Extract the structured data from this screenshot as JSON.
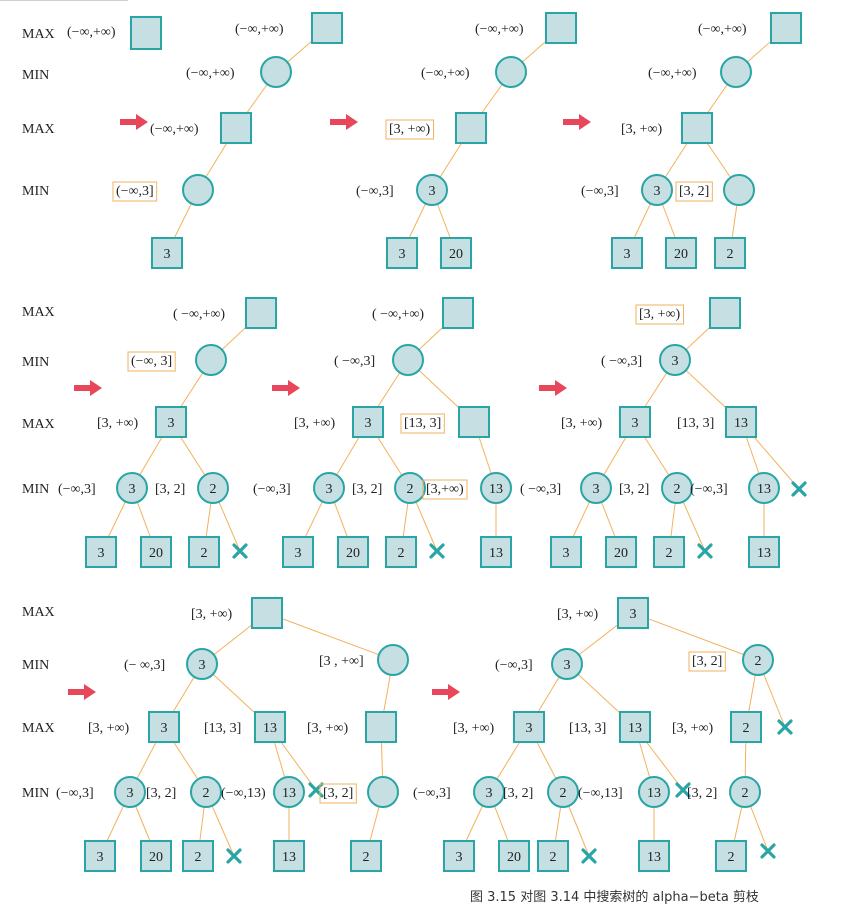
{
  "caption": "图 3.15   对图 3.14 中搜索树的 alpha−beta 剪枝",
  "colors": {
    "node_fill": "#c6dfe3",
    "node_stroke": "#2aa5a5",
    "edge": "#f2b25c",
    "arrow": "#e8465a",
    "cross": "#2aa5a5",
    "box_border": "#f2b25c"
  },
  "row_labels": [
    {
      "text": "MAX"
    },
    {
      "text": "MIN"
    },
    {
      "text": "MAX"
    },
    {
      "text": "MIN"
    },
    {
      "text": "MAX"
    },
    {
      "text": "MIN"
    },
    {
      "text": "MAX"
    },
    {
      "text": "MIN"
    },
    {
      "text": "MAX"
    },
    {
      "text": "MIN"
    },
    {
      "text": "MAX"
    },
    {
      "text": "MIN"
    }
  ],
  "legend": {
    "shape": "MAX",
    "text": "(−∞,+∞)"
  },
  "panels": [
    {
      "id": "p1",
      "nodes": [
        {
          "id": "r",
          "shape": "square",
          "value": "",
          "label": "(−∞,+∞)",
          "label_boxed": false
        },
        {
          "id": "a",
          "shape": "circle",
          "value": "",
          "label": "(−∞,+∞)",
          "label_boxed": false
        },
        {
          "id": "b",
          "shape": "square",
          "value": "",
          "label": "(−∞,+∞)",
          "label_boxed": false,
          "arrow": true
        },
        {
          "id": "c",
          "shape": "circle",
          "value": "",
          "label": "(−∞,3]",
          "label_boxed": true
        },
        {
          "id": "l1",
          "shape": "square",
          "value": "3"
        }
      ],
      "edges": [
        [
          "r",
          "a"
        ],
        [
          "a",
          "b"
        ],
        [
          "b",
          "c"
        ],
        [
          "c",
          "l1"
        ]
      ]
    },
    {
      "id": "p2",
      "nodes": [
        {
          "id": "r",
          "shape": "square",
          "value": "",
          "label": "(−∞,+∞)"
        },
        {
          "id": "a",
          "shape": "circle",
          "value": "",
          "label": "(−∞,+∞)"
        },
        {
          "id": "b",
          "shape": "square",
          "value": "",
          "label": "[3, +∞)",
          "label_boxed": true,
          "arrow": true
        },
        {
          "id": "c",
          "shape": "circle",
          "value": "3",
          "label": "(−∞,3]"
        },
        {
          "id": "l1",
          "shape": "square",
          "value": "3"
        },
        {
          "id": "l2",
          "shape": "square",
          "value": "20"
        }
      ],
      "edges": [
        [
          "r",
          "a"
        ],
        [
          "a",
          "b"
        ],
        [
          "b",
          "c"
        ],
        [
          "c",
          "l1"
        ],
        [
          "c",
          "l2"
        ]
      ]
    },
    {
      "id": "p3",
      "nodes": [
        {
          "id": "r",
          "shape": "square",
          "value": "",
          "label": "(−∞,+∞)"
        },
        {
          "id": "a",
          "shape": "circle",
          "value": "",
          "label": "(−∞,+∞)"
        },
        {
          "id": "b",
          "shape": "square",
          "value": "",
          "label": "[3, +∞)",
          "arrow": true
        },
        {
          "id": "c",
          "shape": "circle",
          "value": "3",
          "label": "(−∞,3]"
        },
        {
          "id": "d",
          "shape": "circle",
          "value": "",
          "label": "[3, 2]",
          "label_boxed": true
        },
        {
          "id": "l1",
          "shape": "square",
          "value": "3"
        },
        {
          "id": "l2",
          "shape": "square",
          "value": "20"
        },
        {
          "id": "l3",
          "shape": "square",
          "value": "2"
        }
      ],
      "edges": [
        [
          "r",
          "a"
        ],
        [
          "a",
          "b"
        ],
        [
          "b",
          "c"
        ],
        [
          "b",
          "d"
        ],
        [
          "c",
          "l1"
        ],
        [
          "c",
          "l2"
        ],
        [
          "d",
          "l3"
        ]
      ]
    },
    {
      "id": "p4",
      "nodes": [
        {
          "id": "r",
          "shape": "square",
          "value": "",
          "label": "( −∞,+∞)"
        },
        {
          "id": "a",
          "shape": "circle",
          "value": "",
          "label": "(−∞, 3]",
          "label_boxed": true,
          "arrow": true
        },
        {
          "id": "b",
          "shape": "square",
          "value": "3",
          "label": "[3, +∞)"
        },
        {
          "id": "c",
          "shape": "circle",
          "value": "3",
          "label": "(−∞,3]"
        },
        {
          "id": "d",
          "shape": "circle",
          "value": "2",
          "label": "[3, 2]"
        },
        {
          "id": "l1",
          "shape": "square",
          "value": "3"
        },
        {
          "id": "l2",
          "shape": "square",
          "value": "20"
        },
        {
          "id": "l3",
          "shape": "square",
          "value": "2"
        },
        {
          "id": "x1",
          "shape": "cross"
        }
      ],
      "edges": [
        [
          "r",
          "a"
        ],
        [
          "a",
          "b"
        ],
        [
          "b",
          "c"
        ],
        [
          "b",
          "d"
        ],
        [
          "c",
          "l1"
        ],
        [
          "c",
          "l2"
        ],
        [
          "d",
          "l3"
        ],
        [
          "d",
          "x1"
        ]
      ]
    },
    {
      "id": "p5",
      "nodes": [
        {
          "id": "r",
          "shape": "square",
          "value": "",
          "label": "( −∞,+∞)"
        },
        {
          "id": "a",
          "shape": "circle",
          "value": "",
          "label": "( −∞,3]"
        },
        {
          "id": "b",
          "shape": "square",
          "value": "3",
          "label": "[3, +∞)"
        },
        {
          "id": "e",
          "shape": "square",
          "value": "",
          "label": "[13, 3]",
          "label_boxed": true,
          "arrow": true
        },
        {
          "id": "c",
          "shape": "circle",
          "value": "3",
          "label": "(−∞,3]"
        },
        {
          "id": "d",
          "shape": "circle",
          "value": "2",
          "label": "[3, 2]"
        },
        {
          "id": "f",
          "shape": "circle",
          "value": "13",
          "label": "[3,+∞)",
          "label_boxed": true
        },
        {
          "id": "l1",
          "shape": "square",
          "value": "3"
        },
        {
          "id": "l2",
          "shape": "square",
          "value": "20"
        },
        {
          "id": "l3",
          "shape": "square",
          "value": "2"
        },
        {
          "id": "x1",
          "shape": "cross"
        },
        {
          "id": "l4",
          "shape": "square",
          "value": "13"
        }
      ],
      "edges": [
        [
          "r",
          "a"
        ],
        [
          "a",
          "b"
        ],
        [
          "a",
          "e"
        ],
        [
          "b",
          "c"
        ],
        [
          "b",
          "d"
        ],
        [
          "e",
          "f"
        ],
        [
          "c",
          "l1"
        ],
        [
          "c",
          "l2"
        ],
        [
          "d",
          "l3"
        ],
        [
          "d",
          "x1"
        ],
        [
          "f",
          "l4"
        ]
      ]
    },
    {
      "id": "p6",
      "nodes": [
        {
          "id": "r",
          "shape": "square",
          "value": "",
          "label": "[3, +∞)",
          "label_boxed": true
        },
        {
          "id": "a",
          "shape": "circle",
          "value": "3",
          "label": "( −∞,3]",
          "arrow": true
        },
        {
          "id": "b",
          "shape": "square",
          "value": "3",
          "label": "[3, +∞)"
        },
        {
          "id": "e",
          "shape": "square",
          "value": "13",
          "label": "[13, 3]"
        },
        {
          "id": "c",
          "shape": "circle",
          "value": "3",
          "label": "( −∞,3]"
        },
        {
          "id": "d",
          "shape": "circle",
          "value": "2",
          "label": "[3, 2]"
        },
        {
          "id": "f",
          "shape": "circle",
          "value": "13",
          "label": "(−∞,3]"
        },
        {
          "id": "x2",
          "shape": "cross"
        },
        {
          "id": "l1",
          "shape": "square",
          "value": "3"
        },
        {
          "id": "l2",
          "shape": "square",
          "value": "20"
        },
        {
          "id": "l3",
          "shape": "square",
          "value": "2"
        },
        {
          "id": "x1",
          "shape": "cross"
        },
        {
          "id": "l4",
          "shape": "square",
          "value": "13"
        }
      ],
      "edges": [
        [
          "r",
          "a"
        ],
        [
          "a",
          "b"
        ],
        [
          "a",
          "e"
        ],
        [
          "b",
          "c"
        ],
        [
          "b",
          "d"
        ],
        [
          "e",
          "f"
        ],
        [
          "e",
          "x2"
        ],
        [
          "c",
          "l1"
        ],
        [
          "c",
          "l2"
        ],
        [
          "d",
          "l3"
        ],
        [
          "d",
          "x1"
        ],
        [
          "f",
          "l4"
        ]
      ]
    },
    {
      "id": "p7",
      "nodes": [
        {
          "id": "r",
          "shape": "square",
          "value": "",
          "label": "[3, +∞)"
        },
        {
          "id": "a",
          "shape": "circle",
          "value": "3",
          "label": "(− ∞,3]"
        },
        {
          "id": "g",
          "shape": "circle",
          "value": "",
          "label": "[3 , +∞]"
        },
        {
          "id": "b",
          "shape": "square",
          "value": "3",
          "label": "[3, +∞)",
          "arrow": true
        },
        {
          "id": "e",
          "shape": "square",
          "value": "13",
          "label": "[13, 3]"
        },
        {
          "id": "h",
          "shape": "square",
          "value": "",
          "label": "[3, +∞)"
        },
        {
          "id": "c",
          "shape": "circle",
          "value": "3",
          "label": "(−∞,3]"
        },
        {
          "id": "d",
          "shape": "circle",
          "value": "2",
          "label": "[3, 2]"
        },
        {
          "id": "f",
          "shape": "circle",
          "value": "13",
          "label": "(−∞,13)"
        },
        {
          "id": "x2",
          "shape": "cross"
        },
        {
          "id": "k",
          "shape": "circle",
          "value": "",
          "label": "[3, 2]",
          "label_boxed": true
        },
        {
          "id": "l1",
          "shape": "square",
          "value": "3"
        },
        {
          "id": "l2",
          "shape": "square",
          "value": "20"
        },
        {
          "id": "l3",
          "shape": "square",
          "value": "2"
        },
        {
          "id": "x1",
          "shape": "cross"
        },
        {
          "id": "l4",
          "shape": "square",
          "value": "13"
        },
        {
          "id": "l5",
          "shape": "square",
          "value": "2"
        }
      ],
      "edges": [
        [
          "r",
          "a"
        ],
        [
          "r",
          "g"
        ],
        [
          "a",
          "b"
        ],
        [
          "a",
          "e"
        ],
        [
          "g",
          "h"
        ],
        [
          "b",
          "c"
        ],
        [
          "b",
          "d"
        ],
        [
          "e",
          "f"
        ],
        [
          "e",
          "x2"
        ],
        [
          "h",
          "k"
        ],
        [
          "c",
          "l1"
        ],
        [
          "c",
          "l2"
        ],
        [
          "d",
          "l3"
        ],
        [
          "d",
          "x1"
        ],
        [
          "f",
          "l4"
        ],
        [
          "k",
          "l5"
        ]
      ]
    },
    {
      "id": "p8",
      "nodes": [
        {
          "id": "r",
          "shape": "square",
          "value": "3",
          "label": "[3, +∞)"
        },
        {
          "id": "a",
          "shape": "circle",
          "value": "3",
          "label": "(−∞,3]"
        },
        {
          "id": "g",
          "shape": "circle",
          "value": "2",
          "label": "[3, 2]",
          "label_boxed": true
        },
        {
          "id": "b",
          "shape": "square",
          "value": "3",
          "label": "[3, +∞)",
          "arrow": true
        },
        {
          "id": "e",
          "shape": "square",
          "value": "13",
          "label": "[13, 3]"
        },
        {
          "id": "h",
          "shape": "square",
          "value": "2",
          "label": "[3, +∞)"
        },
        {
          "id": "x3",
          "shape": "cross"
        },
        {
          "id": "c",
          "shape": "circle",
          "value": "3",
          "label": "(−∞,3]"
        },
        {
          "id": "d",
          "shape": "circle",
          "value": "2",
          "label": "[3, 2]"
        },
        {
          "id": "f",
          "shape": "circle",
          "value": "13",
          "label": "(−∞,13]"
        },
        {
          "id": "x2",
          "shape": "cross"
        },
        {
          "id": "k",
          "shape": "circle",
          "value": "2",
          "label": "[3, 2]"
        },
        {
          "id": "l1",
          "shape": "square",
          "value": "3"
        },
        {
          "id": "l2",
          "shape": "square",
          "value": "20"
        },
        {
          "id": "l3",
          "shape": "square",
          "value": "2"
        },
        {
          "id": "x1",
          "shape": "cross"
        },
        {
          "id": "l4",
          "shape": "square",
          "value": "13"
        },
        {
          "id": "l5",
          "shape": "square",
          "value": "2"
        },
        {
          "id": "x4",
          "shape": "cross"
        }
      ],
      "edges": [
        [
          "r",
          "a"
        ],
        [
          "r",
          "g"
        ],
        [
          "a",
          "b"
        ],
        [
          "a",
          "e"
        ],
        [
          "g",
          "h"
        ],
        [
          "g",
          "x3"
        ],
        [
          "b",
          "c"
        ],
        [
          "b",
          "d"
        ],
        [
          "e",
          "f"
        ],
        [
          "e",
          "x2"
        ],
        [
          "h",
          "k"
        ],
        [
          "c",
          "l1"
        ],
        [
          "c",
          "l2"
        ],
        [
          "d",
          "l3"
        ],
        [
          "d",
          "x1"
        ],
        [
          "f",
          "l4"
        ],
        [
          "k",
          "l5"
        ],
        [
          "k",
          "x4"
        ]
      ]
    }
  ]
}
